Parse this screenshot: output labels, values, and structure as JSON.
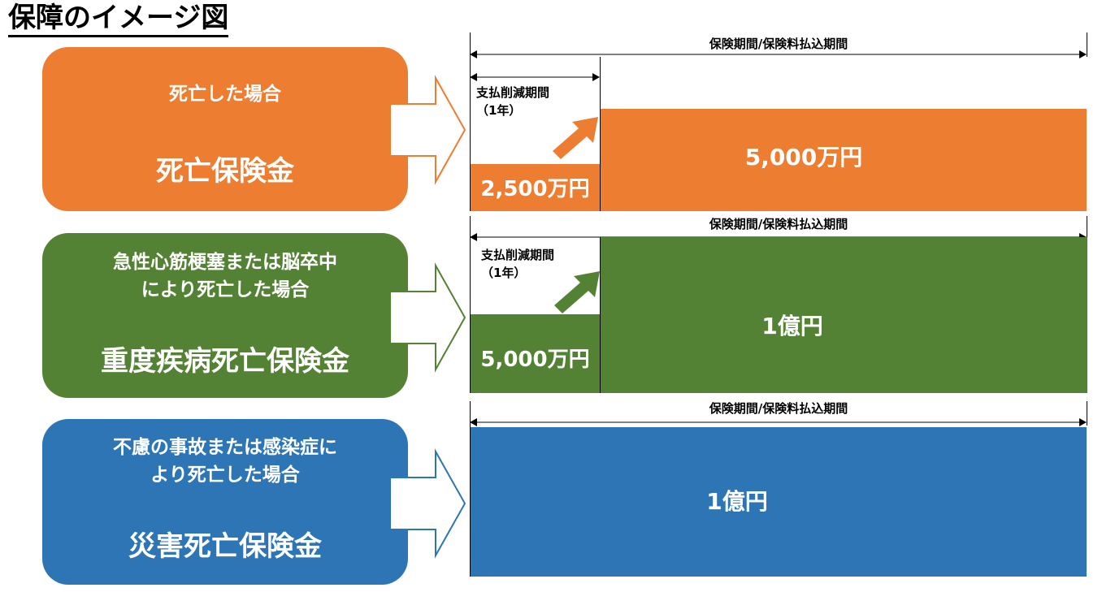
{
  "title": "保障のイメージ図",
  "colors": {
    "orange": "#ED7D31",
    "green": "#548235",
    "blue": "#2E75B6"
  },
  "rows": [
    {
      "condition": "死亡した場合",
      "benefit": "死亡保険金",
      "period_label": "保険期間/保険料払込期間",
      "reduced_label_1": "支払削減期間",
      "reduced_label_2": "（1年）",
      "first_year_amount": "2,500万円",
      "main_amount": "5,000万円"
    },
    {
      "condition_line1": "急性心筋梗塞または脳卒中",
      "condition_line2": "により死亡した場合",
      "benefit": "重度疾病死亡保険金",
      "period_label": "保険期間/保険料払込期間",
      "reduced_label_1": "支払削減期間",
      "reduced_label_2": "（1年）",
      "first_year_amount": "5,000万円",
      "main_amount": "1億円"
    },
    {
      "condition_line1": "不慮の事故または感染症に",
      "condition_line2": "より死亡した場合",
      "benefit": "災害死亡保険金",
      "period_label": "保険期間/保険料払込期間",
      "main_amount": "1億円"
    }
  ]
}
